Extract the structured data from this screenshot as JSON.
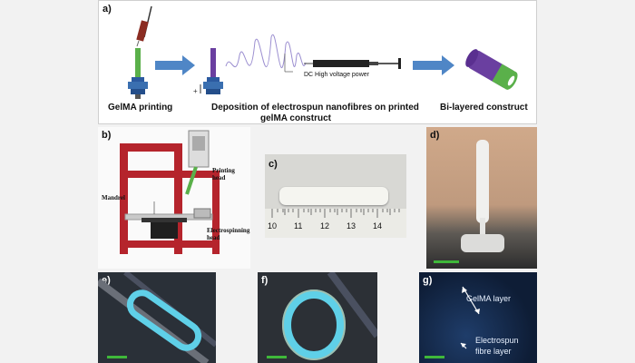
{
  "panel_a": {
    "label": "a)",
    "caption_left": "GelMA printing",
    "caption_mid_line1": "Deposition of electrospun nanofibres on printed",
    "caption_mid_line2": "gelMA construct",
    "caption_right": "Bi-layered construct",
    "power_label": "DC High voltage power"
  },
  "panel_b": {
    "label": "b)",
    "printing_head": "Printing\nhead",
    "mandrel": "Mandrel",
    "electrospinning_head": "Electrospinning\nhead"
  },
  "panel_c": {
    "label": "c)",
    "ruler_ticks": [
      "10",
      "11",
      "12",
      "13",
      "14"
    ]
  },
  "panel_d": {
    "label": "d)"
  },
  "panel_e": {
    "label": "e)"
  },
  "panel_f": {
    "label": "f)"
  },
  "panel_g": {
    "label": "g)",
    "gelma_layer": "GelMA layer",
    "electrospun_line1": "Electrospun",
    "electrospun_line2": "fibre layer"
  },
  "colors": {
    "arrow_blue": "#4f86c6",
    "frame_red": "#b5242c",
    "fluor_cyan": "#5fd0e8",
    "scale_green": "#3fb83a"
  }
}
